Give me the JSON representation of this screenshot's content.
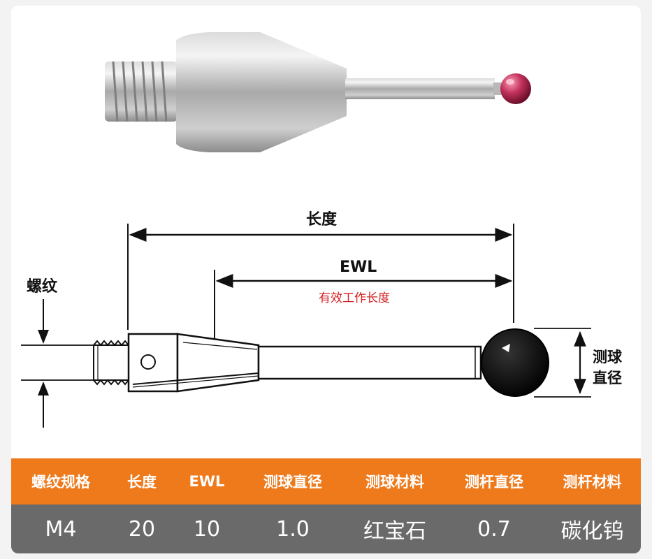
{
  "diagram": {
    "length_label": "长度",
    "ewl_label": "EWL",
    "ewl_description": "有效工作长度",
    "thread_label": "螺纹",
    "ball_diameter_label": "测球直径"
  },
  "colors": {
    "header_bg": "#ee7a1c",
    "values_bg": "#6a6a6a",
    "annotation_red": "#d42020",
    "ruby": "#c0305a"
  },
  "table": {
    "headers": [
      "螺纹规格",
      "长度",
      "EWL",
      "测球直径",
      "测球材料",
      "测杆直径",
      "测杆材料"
    ],
    "values": [
      "M4",
      "20",
      "10",
      "1.0",
      "红宝石",
      "0.7",
      "碳化钨"
    ]
  }
}
